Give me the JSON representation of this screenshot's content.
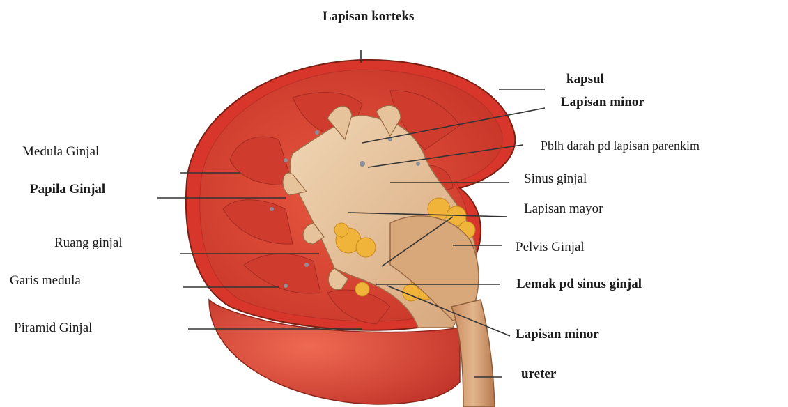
{
  "diagram": {
    "colors": {
      "capsule": "#d9362b",
      "cortex": "#e8573f",
      "medulla": "#cf3c2e",
      "pyramid": "#e0523e",
      "sinus": "#e8c9a3",
      "pelvis": "#d8a77a",
      "fat": "#f0b43a",
      "outline": "#7a1f14",
      "leader": "#333333"
    },
    "labels": {
      "lapisan_korteks": "Lapisan korteks",
      "kapsul": "kapsul",
      "lapisan_minor_top": "Lapisan minor",
      "pblh_darah": "Pblh darah pd lapisan parenkim",
      "sinus_ginjal": "Sinus ginjal",
      "lapisan_mayor": "Lapisan mayor",
      "pelvis_ginjal": "Pelvis Ginjal",
      "lemak_sinus": "Lemak pd sinus ginjal",
      "lapisan_minor_bottom": "Lapisan minor",
      "ureter": "ureter",
      "medula_ginjal": "Medula Ginjal",
      "papila_ginjal": "Papila Ginjal",
      "ruang_ginjal": "Ruang ginjal",
      "garis_medula": "Garis medula",
      "piramid_ginjal": "Piramid Ginjal"
    }
  }
}
